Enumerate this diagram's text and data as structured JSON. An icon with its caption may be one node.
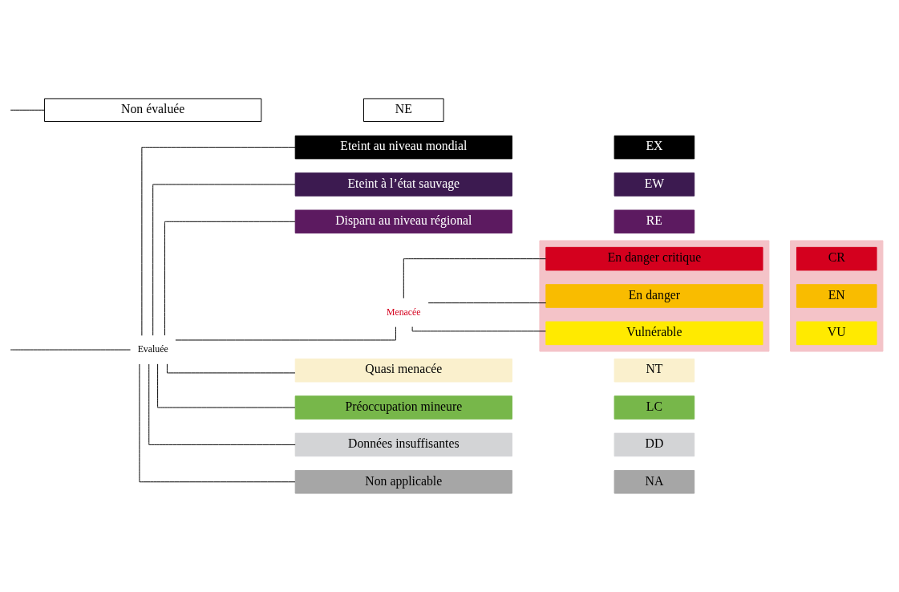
{
  "diagram": {
    "nodes": [
      {
        "text": [
          "Eteint au niveau mondial"
        ]
      },
      {
        "text": [
          "EX"
        ]
      },
      {
        "text": [
          "Eteint à l’état sauvage"
        ]
      },
      {
        "text": [
          "EW"
        ]
      },
      {
        "text": [
          "Disparu au niveau régional"
        ]
      },
      {
        "text": [
          "RE"
        ]
      },
      {
        "text": [],
        "shape": "box"
      },
      {
        "text": [
          "En danger critique"
        ],
        "in": 6
      },
      {
        "text": [
          "En danger"
        ],
        "in": 6
      },
      {
        "text": [
          "Vulnérable"
        ],
        "in": 6
      },
      {
        "text": [],
        "shape": "box"
      },
      {
        "text": [
          "CR"
        ],
        "in": 10
      },
      {
        "text": [
          "EN"
        ],
        "in": 10
      },
      {
        "text": [
          "VU"
        ],
        "in": 10
      },
      {
        "text": [
          "Menacée"
        ]
      },
      {
        "text": [
          "Quasi menacée"
        ]
      },
      {
        "text": [
          "NT"
        ]
      },
      {
        "text": [
          "Préoccupation mineure"
        ]
      },
      {
        "text": [
          "LC"
        ]
      },
      {
        "text": [
          "Evaluée"
        ]
      },
      {
        "text": [
          "Données insuffisantes"
        ]
      },
      {
        "text": [
          "DD"
        ]
      },
      {
        "text": [
          "Non applicable"
        ]
      },
      {
        "text": [
          "NA"
        ]
      },
      {
        "text": [
          "Non évaluée"
        ]
      },
      {
        "text": [
          "NE"
        ]
      }
    ],
    "edges": [
      {
        "from": null,
        "to": 19,
        "arrow": "none"
      },
      {
        "from": null,
        "to": 24,
        "arrow": "none"
      },
      {
        "from": 19,
        "to": 0,
        "arrow": "none"
      },
      {
        "from": 19,
        "to": 2,
        "arrow": "none"
      },
      {
        "from": 19,
        "to": 4,
        "arrow": "none"
      },
      {
        "from": 19,
        "to": 14,
        "arrow": "none"
      },
      {
        "from": 14,
        "to": 7,
        "arrow": "none"
      },
      {
        "from": 14,
        "to": 8,
        "arrow": "none"
      },
      {
        "from": 14,
        "to": 9,
        "arrow": "none"
      },
      {
        "from": 19,
        "to": 15,
        "arrow": "none"
      },
      {
        "from": 19,
        "to": 17,
        "arrow": "none"
      },
      {
        "from": 19,
        "to": 20,
        "arrow": "none"
      },
      {
        "from": 19,
        "to": 22,
        "arrow": "none"
      }
    ]
  }
}
